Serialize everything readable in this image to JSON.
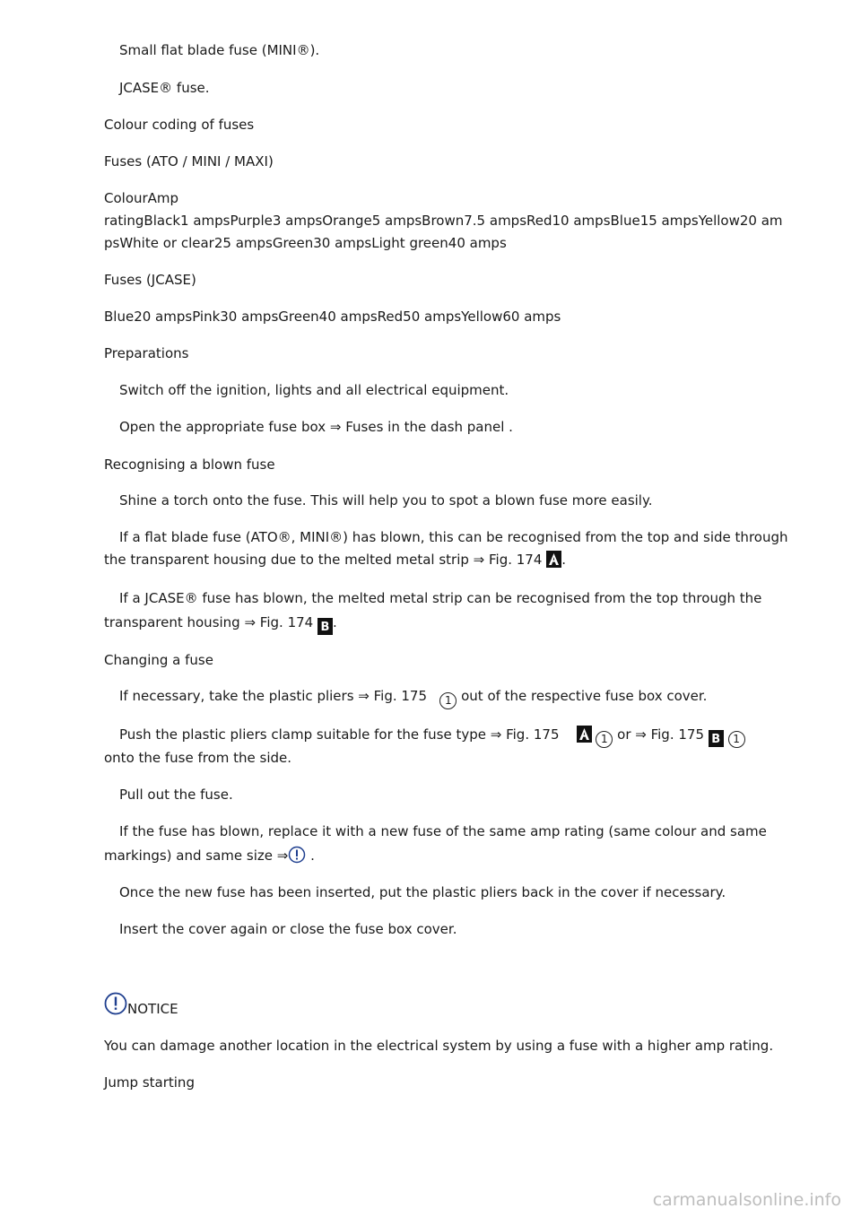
{
  "lines": {
    "l1": "Small flat blade fuse (MINI®).",
    "l2": "JCASE® fuse.",
    "l3": "Colour coding of fuses",
    "l4": "Fuses (ATO / MINI / MAXI)",
    "l5": "ColourAmp",
    "l6": "ratingBlack1 ampsPurple3 ampsOrange5 ampsBrown7.5 ampsRed10 ampsBlue15 ampsYellow20 am",
    "l7": "psWhite or clear25 ampsGreen30 ampsLight green40 amps",
    "l8": "Fuses (JCASE)",
    "l9": "Blue20 ampsPink30 ampsGreen40 ampsRed50 ampsYellow60 amps",
    "l10": "Preparations",
    "l11": "Switch off the ignition, lights and all electrical equipment.",
    "l12": "Open the appropriate fuse box ⇒ Fuses in the dash panel .",
    "l13": "Recognising a blown fuse",
    "l14": "Shine a torch onto the fuse. This will help you to spot a blown fuse more easily.",
    "l15": "If a flat blade fuse (ATO®, MINI®) has blown, this can be recognised from the top and side through",
    "l16a": "the transparent housing due to the melted metal strip ⇒ Fig. 174",
    "l16b": ".",
    "l17": "If a JCASE® fuse has blown, the melted metal strip can be recognised from the top through the",
    "l18a": "transparent housing ⇒ Fig. 174",
    "l18b": ".",
    "l19": "Changing a fuse",
    "l20a": "If necessary, take the plastic pliers ⇒ Fig. 175",
    "l20b": "out of the respective fuse box cover.",
    "l21a": "Push the plastic pliers clamp suitable for the fuse type ⇒ Fig. 175",
    "l21b": "or ⇒ Fig. 175",
    "l22": "onto the fuse from the side.",
    "l23": "Pull out the fuse.",
    "l24": "If the fuse has blown, replace it with a new fuse of the same amp rating (same colour and same",
    "l25a": "markings) and same size ⇒",
    "l25b": ".",
    "l26": "Once the new fuse has been inserted, put the plastic pliers back in the cover if necessary.",
    "l27": "Insert the cover again or close the fuse box cover.",
    "notice_heading": "NOTICE",
    "notice_text": "You can damage another location in the electrical system by using a fuse with a higher amp rating.",
    "l30": "Jump starting"
  },
  "bullet_glyph": "",
  "icons": {
    "ref_b": "B",
    "callout_1": "1"
  },
  "watermark": "carmanualsonline.info"
}
